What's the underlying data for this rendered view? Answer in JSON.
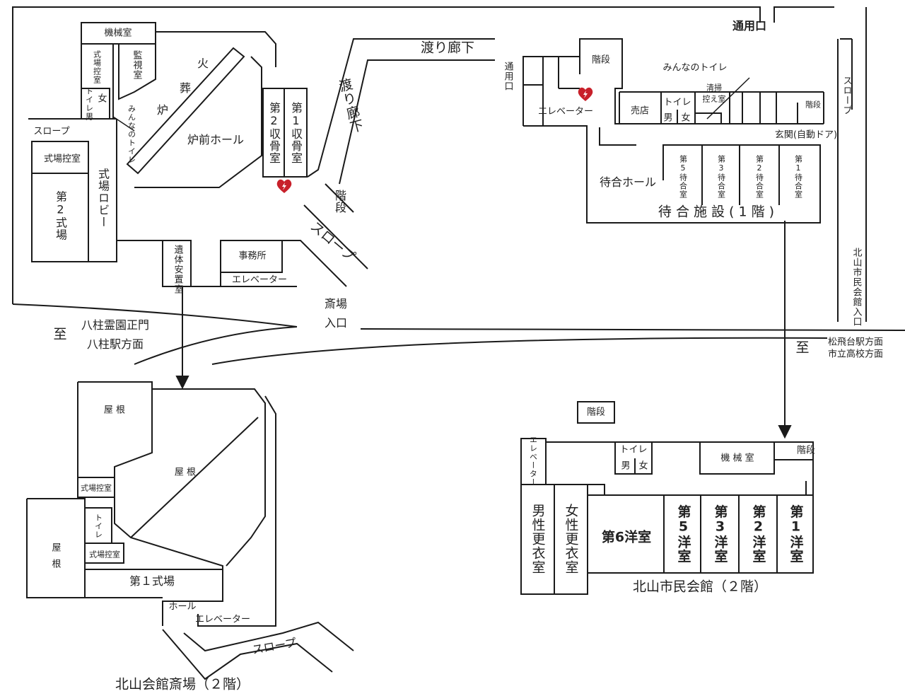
{
  "colors": {
    "walls": "#1a1a1a",
    "aed": "#c8202a",
    "background": "#ffffff"
  },
  "icons": {
    "aed": "aed-heart-icon",
    "arrow": "arrow-down-icon"
  },
  "crematorium_1f": {
    "machine_room": "機械室",
    "ceremony_waiting_room_a": "式場控室",
    "monitor_room": "監視室",
    "toilet_men": "トイレ男",
    "toilet_women": "女",
    "accessible_toilet": "みんなのトイレ",
    "cremation_furnace": [
      "火",
      "葬",
      "炉"
    ],
    "furnace_hall": "炉前ホール",
    "bone_room_2": "第2収骨室",
    "bone_room_1": "第1収骨室",
    "slope": "スロープ",
    "ceremony_waiting_room_b": "式場控室",
    "hall_2": "第2式場",
    "lobby": "式場ロビー",
    "mortuary": "遺体安置室",
    "office": "事務所",
    "elevator": "エレベーター",
    "entrance": [
      "斎場",
      "入口"
    ],
    "corridor_h": "渡り廊下",
    "corridor_v": "渡り廊下",
    "stairs": "階段",
    "slope_2": "スロープ"
  },
  "waiting_1f": {
    "service_entrance_v": "通用口",
    "stairs": "階段",
    "elevator": "エレベーター",
    "accessible_toilet": "みんなのトイレ",
    "shop": "売店",
    "toilet": "トイレ",
    "men": "男",
    "women": "女",
    "cleaning_room": [
      "清掃",
      "控え室"
    ],
    "stairs_2": "階段",
    "service_entrance": "通用口",
    "slope": "スロープ",
    "front_entrance": "玄関(自動ドア)",
    "waiting_hall": "待合ホール",
    "waiting_rooms": [
      "第5待合室",
      "第3待合室",
      "第2待合室",
      "第1待合室"
    ],
    "title": "待 合 施 設 ( 1 階 )",
    "civic_hall_entrance": "北山市民会館入口"
  },
  "directions": {
    "to": "至",
    "west": [
      "八柱霊園正門",
      "八柱駅方面"
    ],
    "east": [
      "松飛台駅方面",
      "市立高校方面"
    ]
  },
  "crematorium_2f": {
    "roof_1": "屋 根",
    "roof_2": "屋 根",
    "roof_3": "屋根",
    "ceremony_waiting_room_a": "式場控室",
    "toilet": "トイレ",
    "ceremony_waiting_room_b": "式場控室",
    "hall_1": "第１式場",
    "hall": "ホール",
    "elevator": "エレベーター",
    "slope": "スロープ",
    "title": "北山会館斎場（２階）"
  },
  "civic_2f": {
    "stairs": "階段",
    "elevator": "エレベーター",
    "toilet": "トイレ",
    "men": "男",
    "women": "女",
    "machine_room": "機 械 室",
    "stairs_2": "階段",
    "mens_locker": "男性更衣室",
    "womens_locker": "女性更衣室",
    "room_6": "第6洋室",
    "rooms": [
      "第5洋室",
      "第3洋室",
      "第2洋室",
      "第1洋室"
    ],
    "title": "北山市民会館（２階）"
  }
}
